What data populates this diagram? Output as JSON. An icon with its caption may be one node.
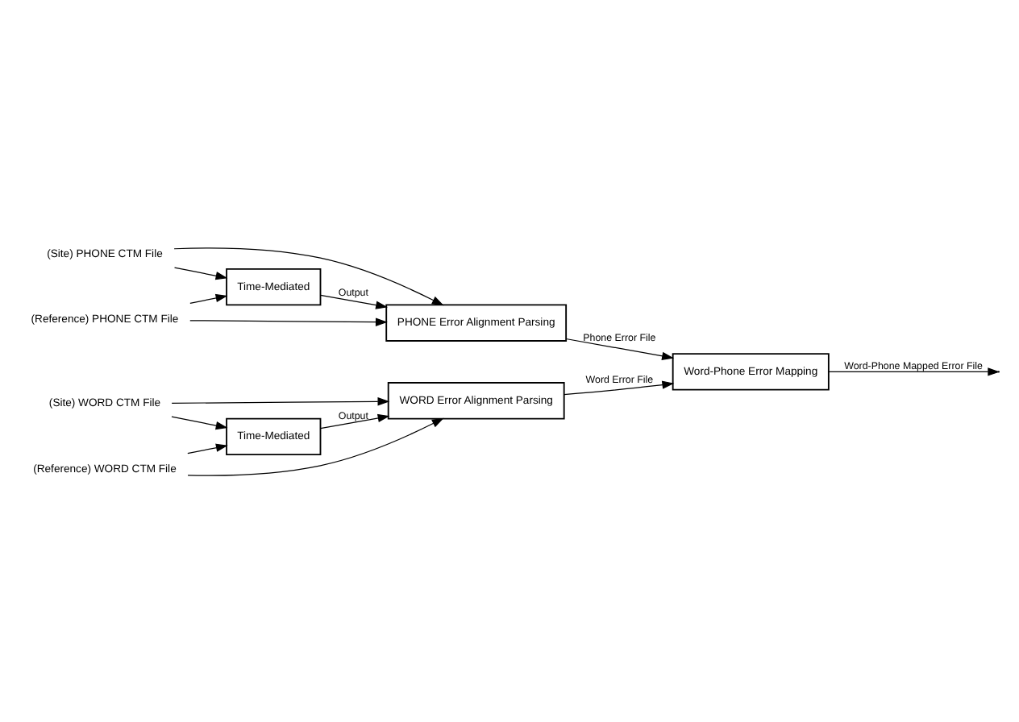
{
  "diagram": {
    "nodes": [
      {
        "text": [
          "(Site) WORD CTM File"
        ]
      },
      {
        "text": [
          "Time-Mediated"
        ]
      },
      {
        "text": [
          "WORD Error Alignment Parsing"
        ]
      },
      {
        "text": [
          "(Reference) WORD CTM File"
        ]
      },
      {
        "text": [
          "Word-Phone Error Mapping"
        ]
      },
      {
        "text": [
          "(Site) PHONE CTM File"
        ]
      },
      {
        "text": [
          "Time-Mediated"
        ]
      },
      {
        "text": [
          "PHONE Error Alignment Parsing"
        ]
      },
      {
        "text": [
          "(Reference) PHONE CTM File"
        ]
      }
    ],
    "edges": [
      {
        "from": 0,
        "to": 1,
        "arrow": "to"
      },
      {
        "from": 0,
        "to": 2,
        "arrow": "to"
      },
      {
        "from": 3,
        "to": 1,
        "arrow": "to"
      },
      {
        "from": 3,
        "to": 2,
        "arrow": "to"
      },
      {
        "from": 1,
        "to": 2,
        "arrow": "to",
        "label": "Output"
      },
      {
        "from": 2,
        "to": 4,
        "arrow": "to",
        "label": "Word Error File"
      },
      {
        "from": 4,
        "to": null,
        "arrow": "to",
        "label": "Word-Phone Mapped Error File"
      },
      {
        "from": 5,
        "to": 6,
        "arrow": "to"
      },
      {
        "from": 5,
        "to": 7,
        "arrow": "to"
      },
      {
        "from": 8,
        "to": 6,
        "arrow": "to"
      },
      {
        "from": 8,
        "to": 7,
        "arrow": "to"
      },
      {
        "from": 6,
        "to": 7,
        "arrow": "to",
        "label": "Output"
      },
      {
        "from": 7,
        "to": 4,
        "arrow": "to",
        "label": "Phone Error File"
      }
    ]
  }
}
